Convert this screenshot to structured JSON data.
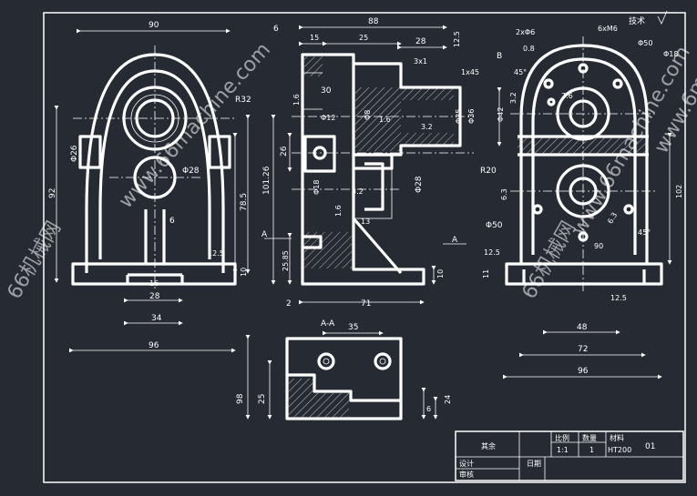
{
  "drawing": {
    "corner_label": "技术",
    "front_view": {
      "dims": [
        "90",
        "R32",
        "Φ26",
        "Φ28",
        "92",
        "78.5",
        "6",
        "16",
        "28",
        "34",
        "96",
        "12.5",
        "10"
      ]
    },
    "section_view": {
      "dims": [
        "88",
        "6",
        "15",
        "25",
        "28",
        "12.5",
        "3x1",
        "1x45",
        "30",
        "1.6",
        "Φ8",
        "1.6",
        "3.2",
        "Φ25",
        "Φ36",
        "26",
        "101.26",
        "Φ18",
        "Φ28",
        "1.6",
        "13",
        "25.85",
        "10",
        "2",
        "71",
        "3.2",
        "Φ12"
      ],
      "section_marks": [
        "A",
        "A"
      ]
    },
    "side_view": {
      "dims": [
        "2xΦ6",
        "6xM6",
        "Φ50",
        "0.8",
        "B",
        "45°",
        "Φ18",
        "7.6",
        "Φ42",
        "3.2",
        "R20",
        "102",
        "6.3",
        "Φ50",
        "6.3",
        "45°",
        "90",
        "12.5",
        "11",
        "12.5",
        "48",
        "72",
        "96"
      ]
    },
    "bottom_view": {
      "title": "A-A",
      "dims": [
        "35",
        "98",
        "25",
        "24",
        "6"
      ]
    },
    "watermarks": [
      "66机械网",
      "www.66machine.com",
      "www.66machine.com",
      "66机械网",
      "www.6m"
    ]
  },
  "title_block": {
    "part_name": "其余",
    "scale_label": "比例",
    "qty_label": "数量",
    "material_label": "材料",
    "scale": "1:1",
    "qty": "1",
    "material": "HT200",
    "drawing_no": "01",
    "designer_label": "设计",
    "checker_label": "审核",
    "date_label": "日期"
  }
}
